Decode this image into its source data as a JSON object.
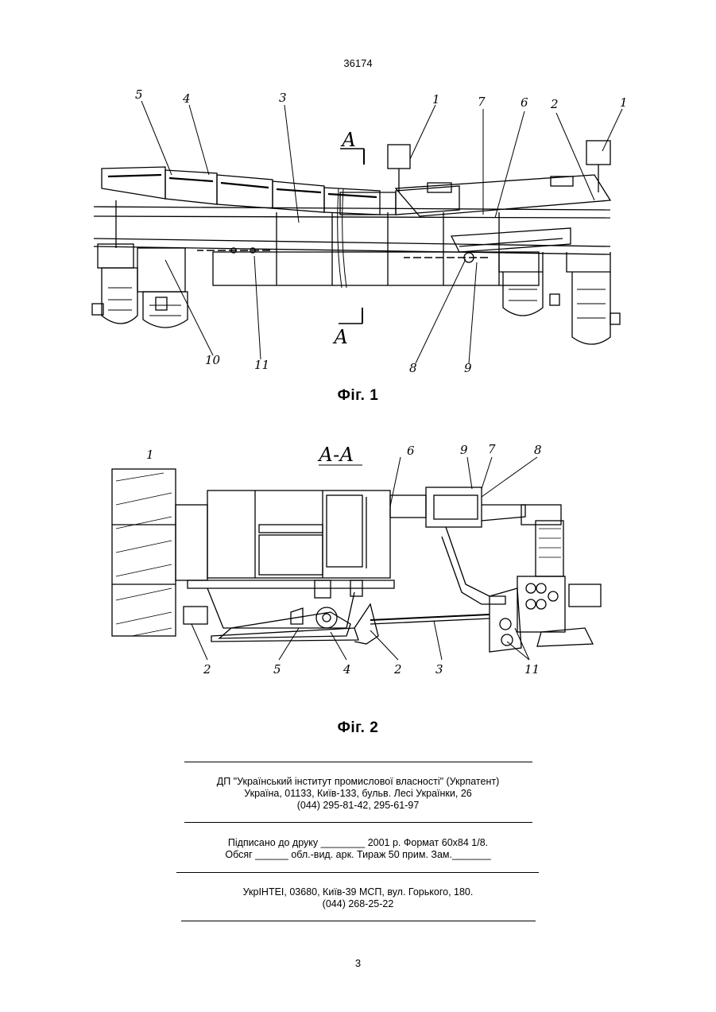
{
  "header": {
    "doc_number": "36174"
  },
  "figure1": {
    "caption": "Фіг. 1",
    "section_marker": "А",
    "callouts": [
      "5",
      "4",
      "3",
      "1",
      "7",
      "6",
      "2",
      "1",
      "10",
      "11",
      "8",
      "9"
    ]
  },
  "figure2": {
    "caption": "Фіг. 2",
    "section_title": "А-А",
    "callouts": [
      "1",
      "6",
      "9",
      "7",
      "8",
      "2",
      "5",
      "4",
      "2",
      "3",
      "11"
    ]
  },
  "imprint": {
    "publisher_line1": "ДП \"Український інститут промислової власності\" (Укрпатент)",
    "publisher_line2": "Україна, 01133, Київ-133, бульв. Лесі Українки, 26",
    "publisher_line3": "(044) 295-81-42, 295-61-97",
    "print_line1": "Підписано до друку ________ 2001 р.    Формат 60х84 1/8.",
    "print_line2": "Обсяг ______ обл.-вид. арк.   Тираж 50 прим.    Зам._______",
    "institute_line1": "УкрІНТЕІ, 03680, Київ-39 МСП, вул. Горького, 180.",
    "institute_line2": "(044) 268-25-22"
  },
  "footer": {
    "page_number": "3"
  }
}
